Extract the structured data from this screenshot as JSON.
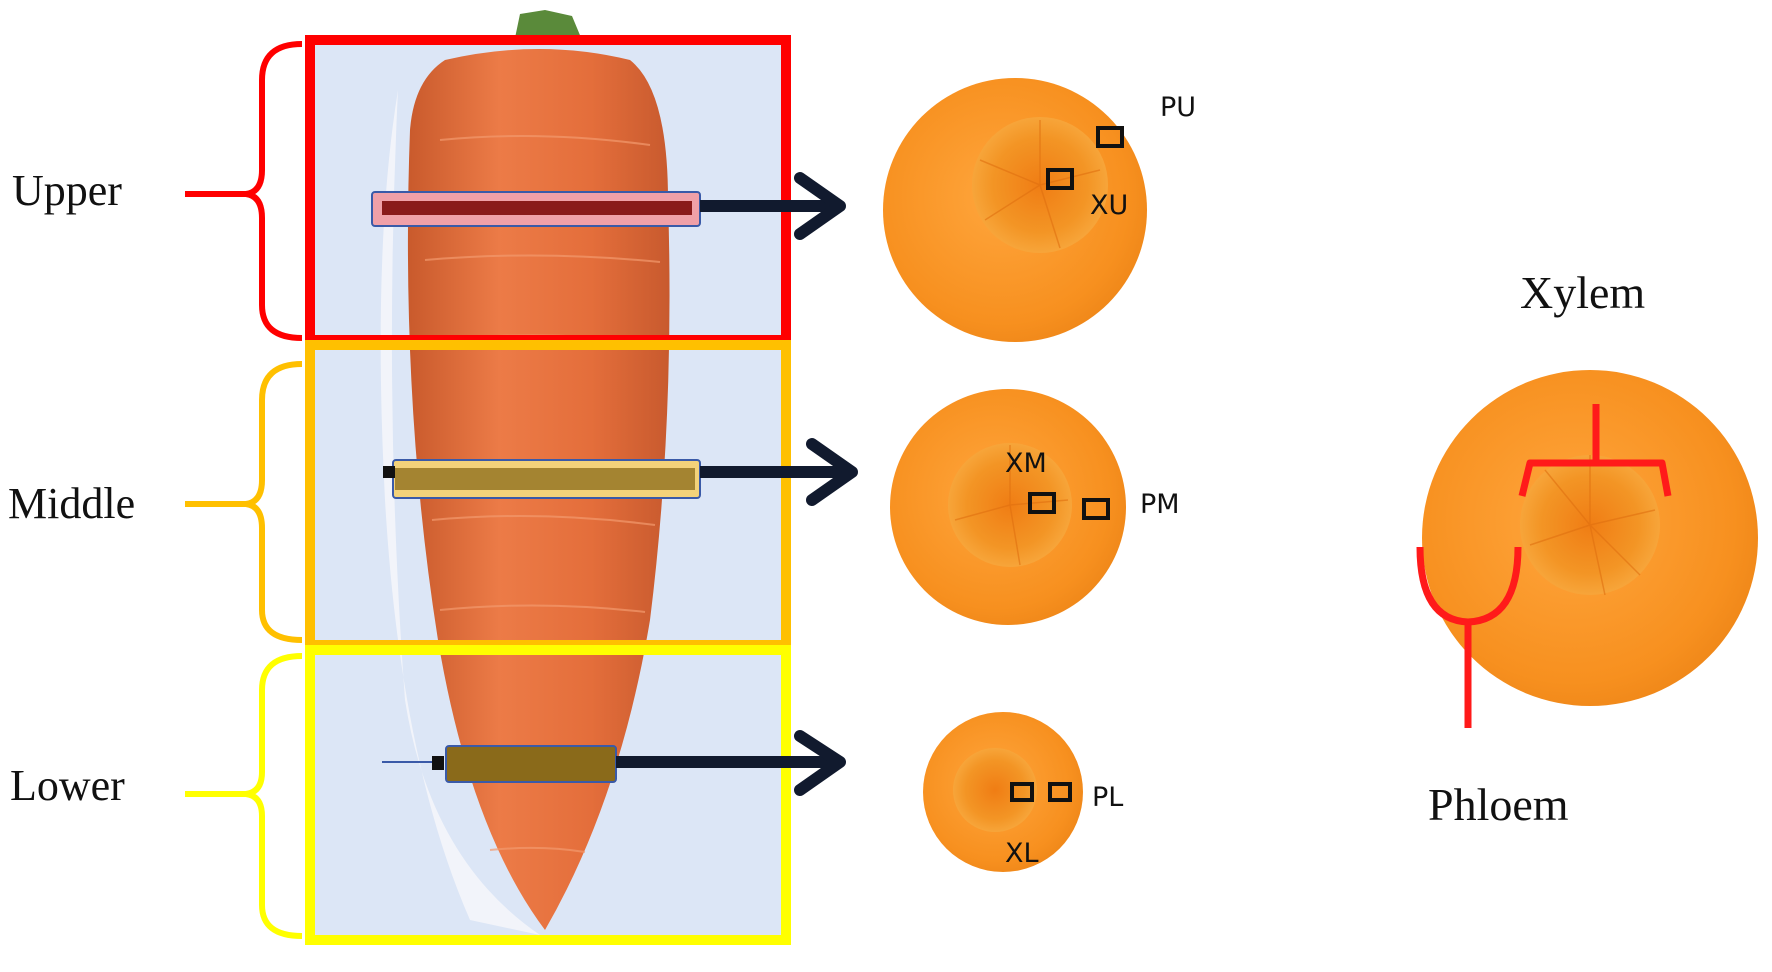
{
  "sections": [
    {
      "id": "upper",
      "label": "Upper",
      "color": "#ff0000"
    },
    {
      "id": "middle",
      "label": "Middle",
      "color": "#ffc000"
    },
    {
      "id": "lower",
      "label": "Lower",
      "color": "#ffff00"
    }
  ],
  "cross_sections": {
    "upper": {
      "xylem_code": "XU",
      "phloem_code": "PU"
    },
    "middle": {
      "xylem_code": "XM",
      "phloem_code": "PM"
    },
    "lower": {
      "xylem_code": "XL",
      "phloem_code": "PL"
    }
  },
  "tissue_diagram": {
    "xylem_label": "Xylem",
    "phloem_label": "Phloem",
    "bracket_color": "#ff1a1a"
  },
  "colors": {
    "carrot": "#e8743f",
    "slice_outer": "#f7931e",
    "slice_core": "#f08a1c",
    "panel_bg": "#dce6f6",
    "arrow": "#111a2e"
  }
}
